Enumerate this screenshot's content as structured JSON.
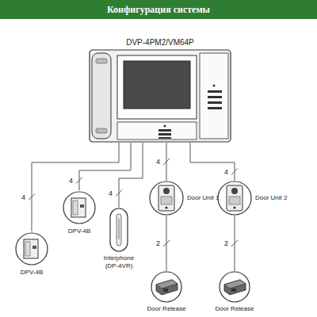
{
  "diagram": {
    "title": "Конфигурация системы",
    "nodes": [
      {
        "text": [
          "DVP-4PM2/VM64P"
        ]
      },
      {
        "text": [
          "DPV-4B"
        ]
      },
      {
        "text": [
          "DPV-4B"
        ]
      },
      {
        "text": [
          "Interphone (DP-4VR)"
        ]
      },
      {
        "text": [
          "Door Unit 1"
        ]
      },
      {
        "text": [
          "Door Unit 2"
        ]
      },
      {
        "text": [
          "Door Release"
        ]
      },
      {
        "text": [
          "Door Release"
        ]
      }
    ],
    "edges": [
      {
        "from": 0,
        "to": 1,
        "arrow": "none",
        "label": "4"
      },
      {
        "from": 0,
        "to": 2,
        "arrow": "none",
        "label": "4"
      },
      {
        "from": 0,
        "to": 3,
        "arrow": "none",
        "label": "4"
      },
      {
        "from": 0,
        "to": 4,
        "arrow": "none",
        "label": "4"
      },
      {
        "from": 0,
        "to": 5,
        "arrow": "none",
        "label": "4"
      },
      {
        "from": 4,
        "to": 6,
        "arrow": "none",
        "label": "2"
      },
      {
        "from": 5,
        "to": 7,
        "arrow": "none",
        "label": "2"
      }
    ]
  }
}
